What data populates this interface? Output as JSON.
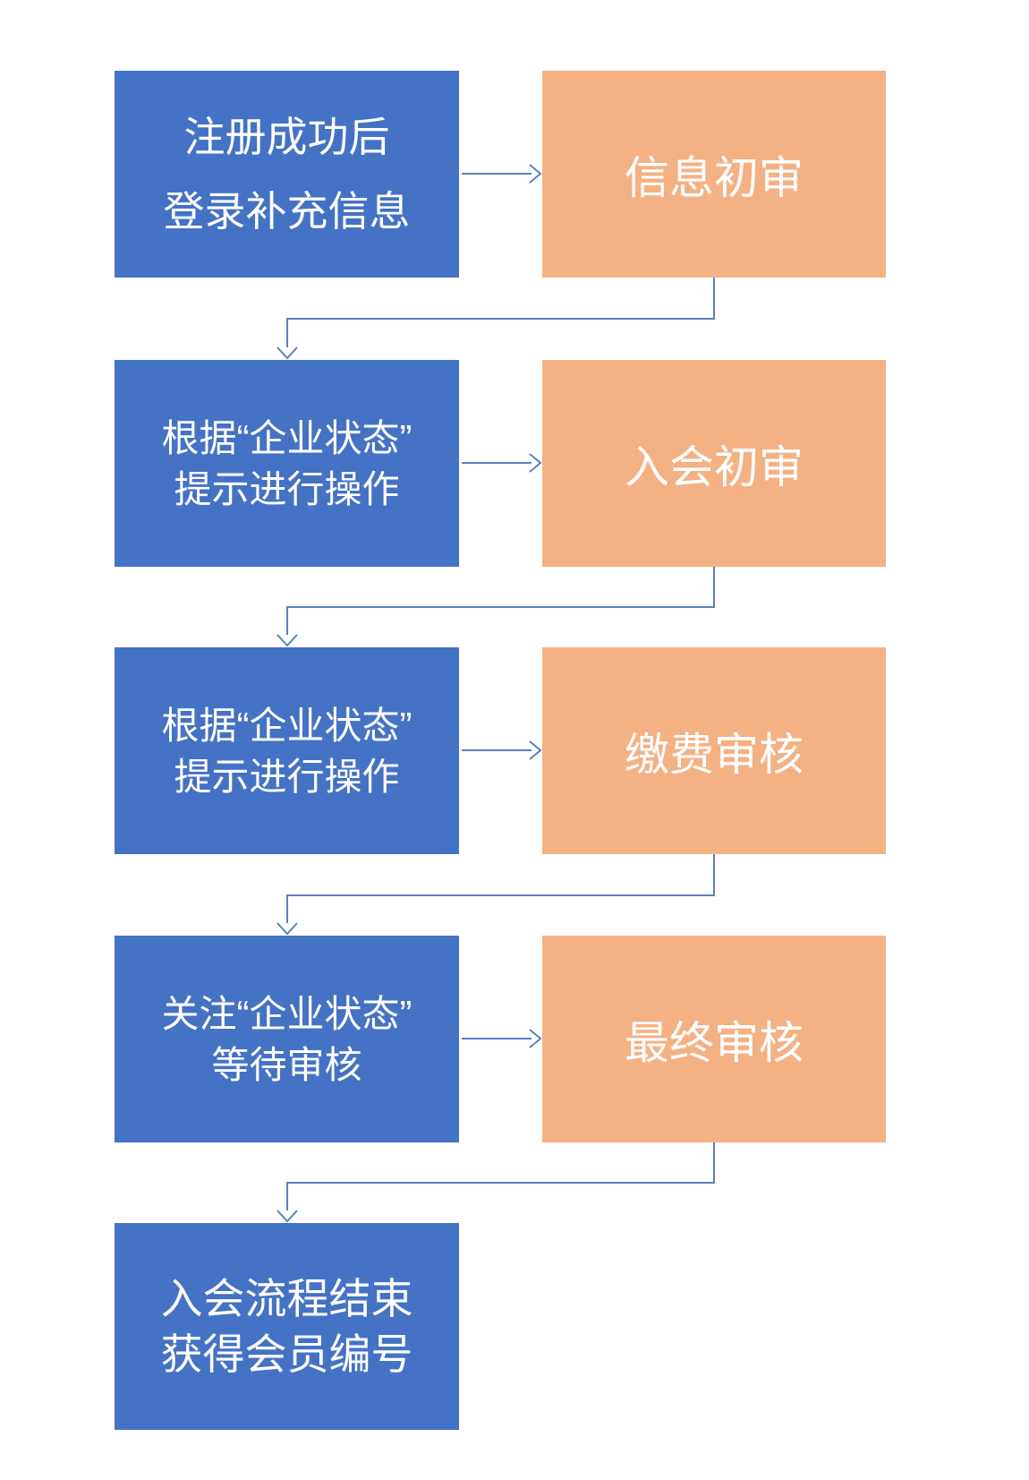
{
  "diagram": {
    "type": "flowchart",
    "background": "#FFFFFF",
    "colors": {
      "action_box": "#4472C4",
      "review_box": "#F4B183",
      "connector": "#5B7FC0",
      "text": "#FFFFFF"
    },
    "steps": [
      {
        "action_lines": [
          "注册成功后",
          "登录补充信息"
        ],
        "review": "信息初审"
      },
      {
        "action_lines": [
          "根据“企业状态”",
          "提示进行操作"
        ],
        "review": "入会初审"
      },
      {
        "action_lines": [
          "根据“企业状态”",
          "提示进行操作"
        ],
        "review": "缴费审核"
      },
      {
        "action_lines": [
          "关注“企业状态”",
          "等待审核"
        ],
        "review": "最终审核"
      },
      {
        "action_lines": [
          "入会流程结束",
          "获得会员编号"
        ],
        "review": null
      }
    ]
  }
}
